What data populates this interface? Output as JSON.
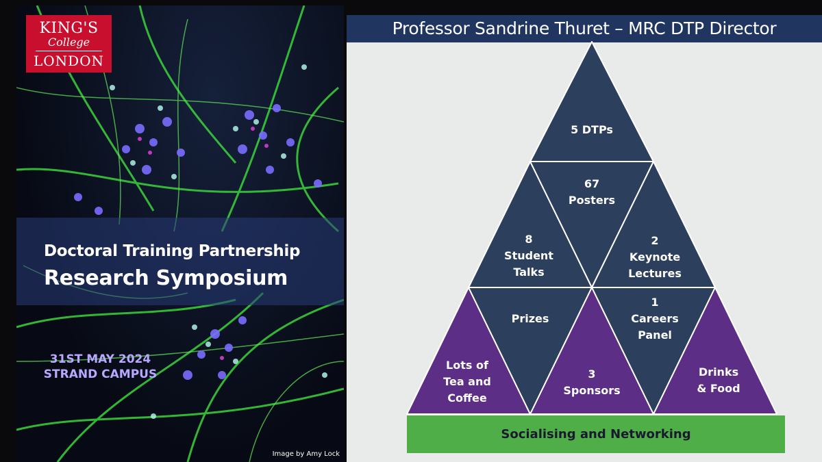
{
  "left": {
    "logo": {
      "line1": "KING'S",
      "line2": "College",
      "line3": "LONDON"
    },
    "title_line1": "Doctoral Training Partnership",
    "title_line2": "Research Symposium",
    "date_line1": "31ST MAY 2024",
    "date_line2": "STRAND CAMPUS",
    "credit": "Image by Amy Lock"
  },
  "right": {
    "header": "Professor Sandrine Thuret – MRC DTP Director",
    "pyramid": {
      "top": [
        "5 DTPs"
      ],
      "posters": [
        "67",
        "Posters"
      ],
      "student_talks": [
        "8",
        "Student",
        "Talks"
      ],
      "keynote": [
        "2",
        "Keynote",
        "Lectures"
      ],
      "prizes": [
        "Prizes"
      ],
      "careers": [
        "1",
        "Careers",
        "Panel"
      ],
      "tea": [
        "Lots of",
        "Tea and",
        "Coffee"
      ],
      "sponsors": [
        "3",
        "Sponsors"
      ],
      "drinks": [
        "Drinks",
        "& Food"
      ]
    },
    "base": "Socialising and Networking"
  },
  "colors": {
    "navy": "#2c3f5c",
    "purple": "#5c2e86",
    "green": "#4fae47",
    "header": "#20355f",
    "logo_red": "#c8102e"
  }
}
